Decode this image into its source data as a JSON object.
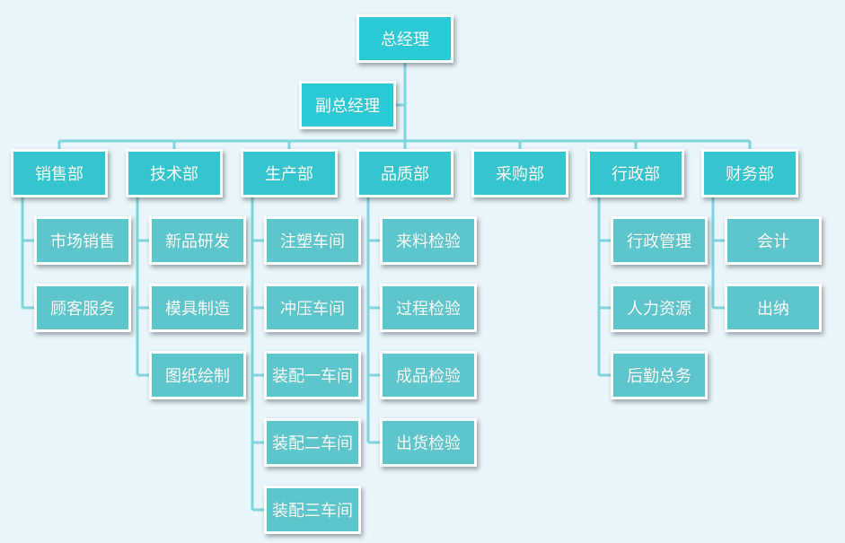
{
  "org": {
    "general_manager": "总经理",
    "deputy_manager": "副总经理",
    "departments": [
      {
        "name": "销售部",
        "children": [
          "市场销售",
          "顾客服务"
        ]
      },
      {
        "name": "技术部",
        "children": [
          "新品研发",
          "模具制造",
          "图纸绘制"
        ]
      },
      {
        "name": "生产部",
        "children": [
          "注塑车间",
          "冲压车间",
          "装配一车间",
          "装配二车间",
          "装配三车间"
        ]
      },
      {
        "name": "品质部",
        "children": [
          "来料检验",
          "过程检验",
          "成品检验",
          "出货检验"
        ]
      },
      {
        "name": "采购部",
        "children": []
      },
      {
        "name": "行政部",
        "children": [
          "行政管理",
          "人力资源",
          "后勤总务"
        ]
      },
      {
        "name": "财务部",
        "children": [
          "会计",
          "出纳"
        ]
      }
    ]
  },
  "colors": {
    "top": "#2ccad6",
    "department": "#35c5cf",
    "sub_unit": "#5cc6cc",
    "connector": "#7fd4dc",
    "background": "#e8f6fb"
  }
}
